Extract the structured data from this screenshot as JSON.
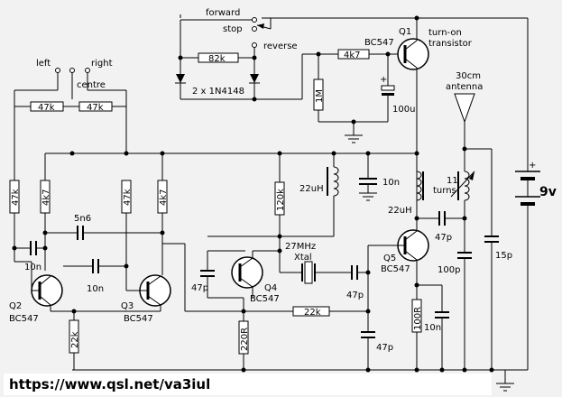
{
  "switch_top": {
    "forward": "forward",
    "stop": "stop",
    "reverse": "reverse"
  },
  "switch_left": {
    "left": "left",
    "centre": "centre",
    "right": "right"
  },
  "diodes": {
    "resistor": "82k",
    "label": "2 x 1N4148"
  },
  "q1": {
    "name": "Q1",
    "type": "BC547",
    "desc_line1": "turn-on",
    "desc_line2": "transistor",
    "r_base": "4k7",
    "r_bias": "1M",
    "cap": "100u"
  },
  "antenna": {
    "line1": "30cm",
    "line2": "antenna"
  },
  "battery": {
    "label": "9v",
    "plus": "+"
  },
  "multivibrator": {
    "r_top_left": "47k",
    "r_top_right": "47k",
    "r1": "47k",
    "r2": "4k7",
    "r3": "47k",
    "r4": "4k7",
    "c_cross": "5n6",
    "c_left": "10n",
    "c_mid": "10n",
    "q2_name": "Q2",
    "q2_type": "BC547",
    "q3_name": "Q3",
    "q3_type": "BC547",
    "r_emitter": "22k"
  },
  "oscillator": {
    "r_base": "120k",
    "inductor": "22uH",
    "cap_decouple": "10n",
    "c_base": "47p",
    "q4_name": "Q4",
    "q4_type": "BC547",
    "xtal_line1": "27MHz",
    "xtal_line2": "Xtal",
    "r_emitter": "220R",
    "r_link": "22k"
  },
  "output_stage": {
    "inductor": "22uH",
    "coil_line1": "11",
    "coil_line2": "turns",
    "c_fb": "47p",
    "c_couple": "47p",
    "q5_name": "Q5",
    "q5_type": "BC547",
    "c_tank": "100p",
    "c_ant": "15p",
    "r_emitter": "100R",
    "c_emitter": "10n",
    "c_bottom": "47p"
  },
  "footer_url": "https://www.qsl.net/va3iul"
}
